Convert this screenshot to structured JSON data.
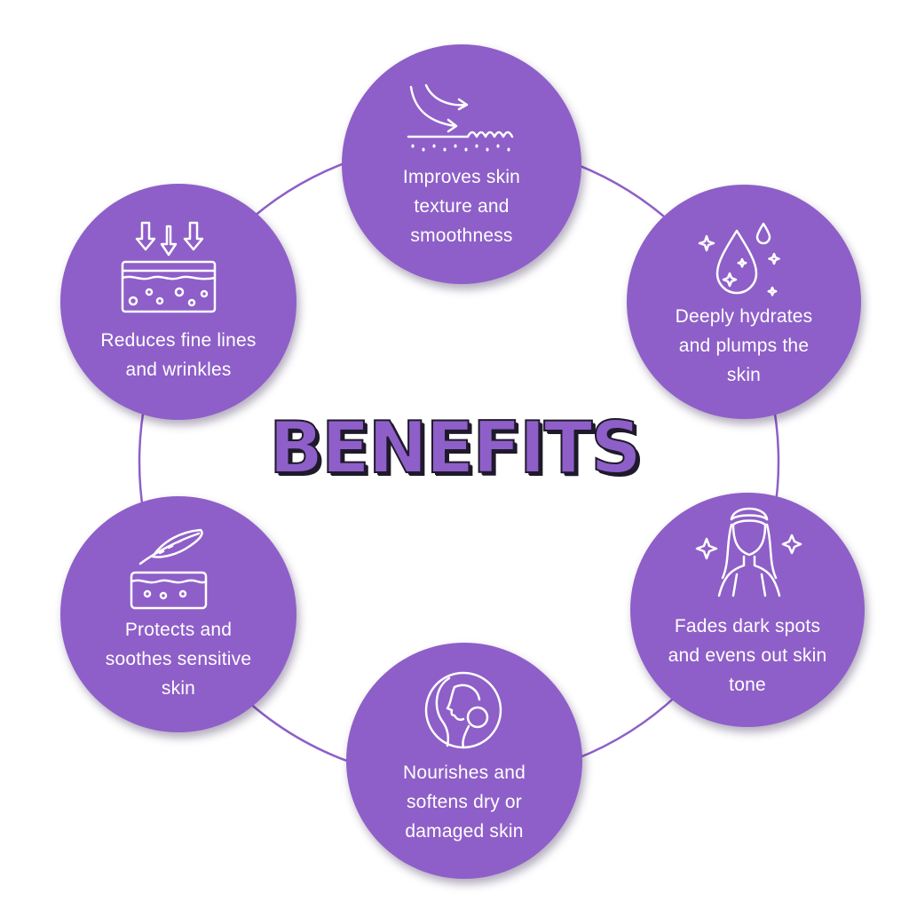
{
  "title": "BENEFITS",
  "colors": {
    "circle_fill": "#8e5fc8",
    "ring_line": "#8e5fc8",
    "title_fill": "#8e5fc8",
    "title_outline": "#1f1a2b",
    "text": "#ffffff"
  },
  "benefits": [
    {
      "label": "Improves skin\ntexture and\nsmoothness",
      "icon": "skin-texture-arrows-icon"
    },
    {
      "label": "Deeply hydrates\nand plumps the\nskin",
      "icon": "water-drop-sparkle-icon"
    },
    {
      "label": "Fades dark spots\nand evens out skin\ntone",
      "icon": "woman-towel-sparkle-icon"
    },
    {
      "label": "Nourishes and\nsoftens dry or\ndamaged skin",
      "icon": "face-profile-icon"
    },
    {
      "label": "Protects and\nsoothes sensitive\nskin",
      "icon": "feather-skin-icon"
    },
    {
      "label": "Reduces fine lines\nand wrinkles",
      "icon": "skin-layers-arrows-icon"
    }
  ]
}
